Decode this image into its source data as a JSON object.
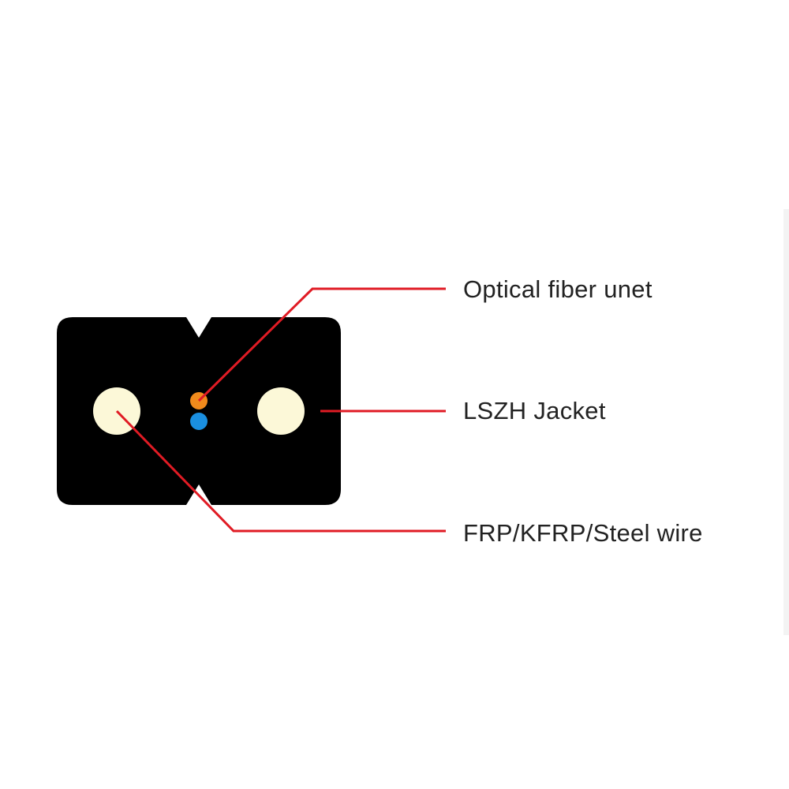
{
  "labels": {
    "fiber_unit": "Optical fiber unet",
    "jacket": "LSZH Jacket",
    "strength_member": "FRP/KFRP/Steel wire"
  },
  "colors": {
    "background": "#ffffff",
    "jacket": "#000000",
    "strength_member": "#fcf8d8",
    "fiber_orange": "#f08a1c",
    "fiber_blue": "#1a8fe0",
    "leader_line": "#e01b24",
    "label_text": "#222222",
    "edge_strip": "#f3f3f3"
  },
  "icons": {
    "cable": "drop-cable-cross-section-icon"
  }
}
